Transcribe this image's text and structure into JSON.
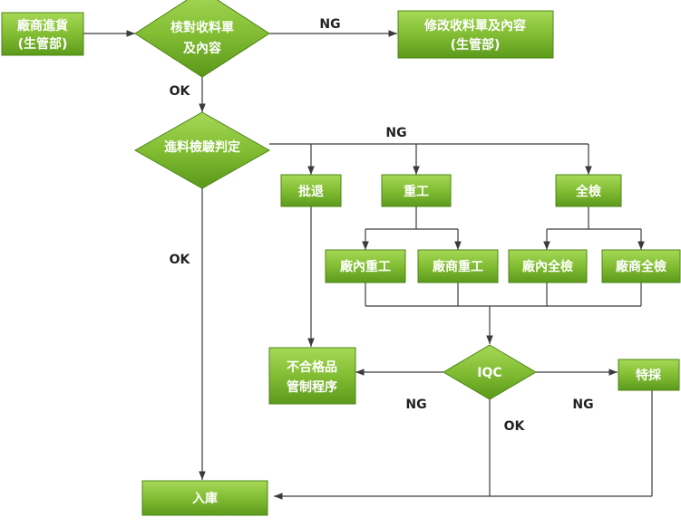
{
  "nodes": {
    "factory_delivery": [
      "廠商進貨",
      "(生管部)"
    ],
    "check_receipt": [
      "核對收料單",
      "及內容"
    ],
    "revise_receipt": [
      "修改收料單及內容",
      "(生管部)"
    ],
    "incoming_inspection": [
      "進料檢驗判定"
    ],
    "reject_return": [
      "批退"
    ],
    "rework": [
      "重工"
    ],
    "full_inspection": [
      "全檢"
    ],
    "inhouse_rework": [
      "廠內重工"
    ],
    "vendor_rework": [
      "廠商重工"
    ],
    "inhouse_full_inspection": [
      "廠內全檢"
    ],
    "vendor_full_inspection": [
      "廠商全檢"
    ],
    "nonconforming_control": [
      "不合格品",
      "管制程序"
    ],
    "iqc": [
      "IQC"
    ],
    "special_acceptance": [
      "特採"
    ],
    "warehouse_in": [
      "入庫"
    ]
  },
  "edge_labels": {
    "check_ng": "NG",
    "check_ok": "OK",
    "inspection_ng": "NG",
    "inspection_ok": "OK",
    "iqc_ng_left": "NG",
    "iqc_ng_right": "NG",
    "iqc_ok": "OK"
  },
  "colors": {
    "box_light": "#9cd14a",
    "box_dark": "#5c9a1c",
    "line": "#3b3b3b",
    "text": "#ffffff"
  }
}
